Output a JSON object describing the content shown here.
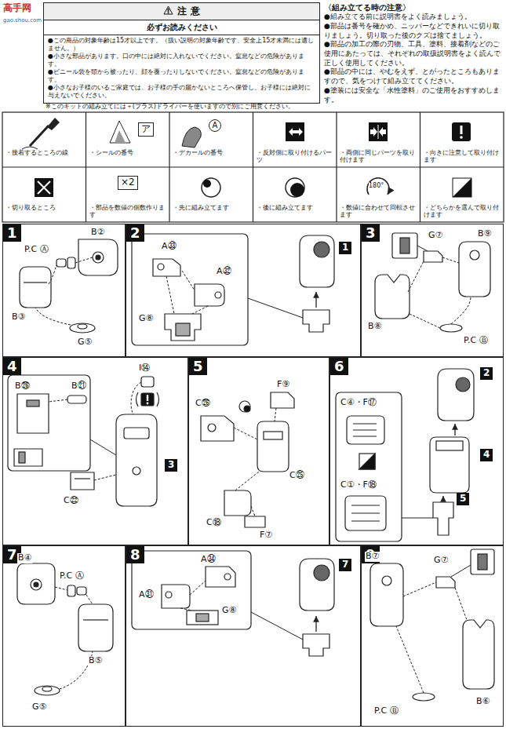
{
  "diagram": {
    "nodes": [
      {
        "text": [
          "注 意",
          "必ずお読みください",
          "●この商品の対象年齢は15才以上です。（扱い説明の対象年齢です、安全上15才未満には適しません。）",
          "●小さな部品があります。口の中には絶対に入れないでください。窒息などの危険があります。",
          "●ビニール袋を頭から被ったり、顔を覆ったりしないでください。窒息などの危険があります。",
          "●小さなお子様のいるご家庭では、お子様の手の届かないところへ保管し、お子様には絶対に与えないでください。"
        ]
      },
      {
        "text": [
          "1"
        ]
      },
      {
        "text": [
          "2"
        ]
      },
      {
        "text": [
          "3"
        ]
      },
      {
        "text": [
          "4"
        ]
      },
      {
        "text": [
          "5"
        ]
      },
      {
        "text": [
          "6"
        ]
      },
      {
        "text": [
          "7"
        ]
      },
      {
        "text": [
          "8"
        ]
      },
      {
        "text": [
          "9"
        ]
      }
    ],
    "labels": [
      "高手网",
      "gao.shou.com",
      "〈組み立てる時の注意〉",
      "●組み立てる前に説明書をよく読みましょう。",
      "●部品は番号を確かめ、ニッパーなどできれいに切り取りましょう。切り取った後のクズは捨てましょう。",
      "●部品の加工の際の刃物、工具、塗料、接着剤などのご使用にあたっては、それぞれの取扱説明書をよく読んで正しく使用してください。",
      "●部品の中には、やむをえず、とがったところもありますので、気をつけて組み立ててください。",
      "●塗装には安全な「水性塗料」のご使用をおすすめします。",
      "※このキットの組み立てには＋(プラス)ドライバーを使いますので別にご用意ください。",
      "ア",
      "A",
      "×2",
      "180°",
      "B②",
      "P.C Ⓐ",
      "B③",
      "G⑤",
      "A㉝",
      "A㉜",
      "G⑧",
      "1",
      "G⑦",
      "B⑨",
      "B⑧",
      "P.C Ⓑ",
      "B㉖",
      "B㉑",
      "I⑭",
      "C㉒",
      "3",
      "C㉖",
      "F⑨",
      "C㉕",
      "C⑱",
      "F⑦",
      "2",
      "C④・F⑰",
      "C①・F⑱",
      "4",
      "5",
      "B④",
      "P.C Ⓐ",
      "B⑤",
      "G⑤",
      "A㉞",
      "A㉛",
      "G⑧",
      "7",
      "B⑦",
      "G⑦",
      "B⑥",
      "P.C Ⓑ"
    ],
    "legend": [
      {
        "text": "・接着するところの線"
      },
      {
        "text": "・シールの番号"
      },
      {
        "text": "・デカールの番号"
      },
      {
        "text": "・反対側に取り付けるパーツ"
      },
      {
        "text": "・両側に同じパーツを取り付けます"
      },
      {
        "text": "・向きに注意して取り付けます"
      },
      {
        "text": "・切り取るところ"
      },
      {
        "text": "・部品を数値の個数作ります"
      },
      {
        "text": "・先に組み立てます"
      },
      {
        "text": "・後に組み立てます"
      },
      {
        "text": "・数値に合わせて回転させます"
      },
      {
        "text": "・どちらかを選んで取り付けます"
      }
    ]
  }
}
